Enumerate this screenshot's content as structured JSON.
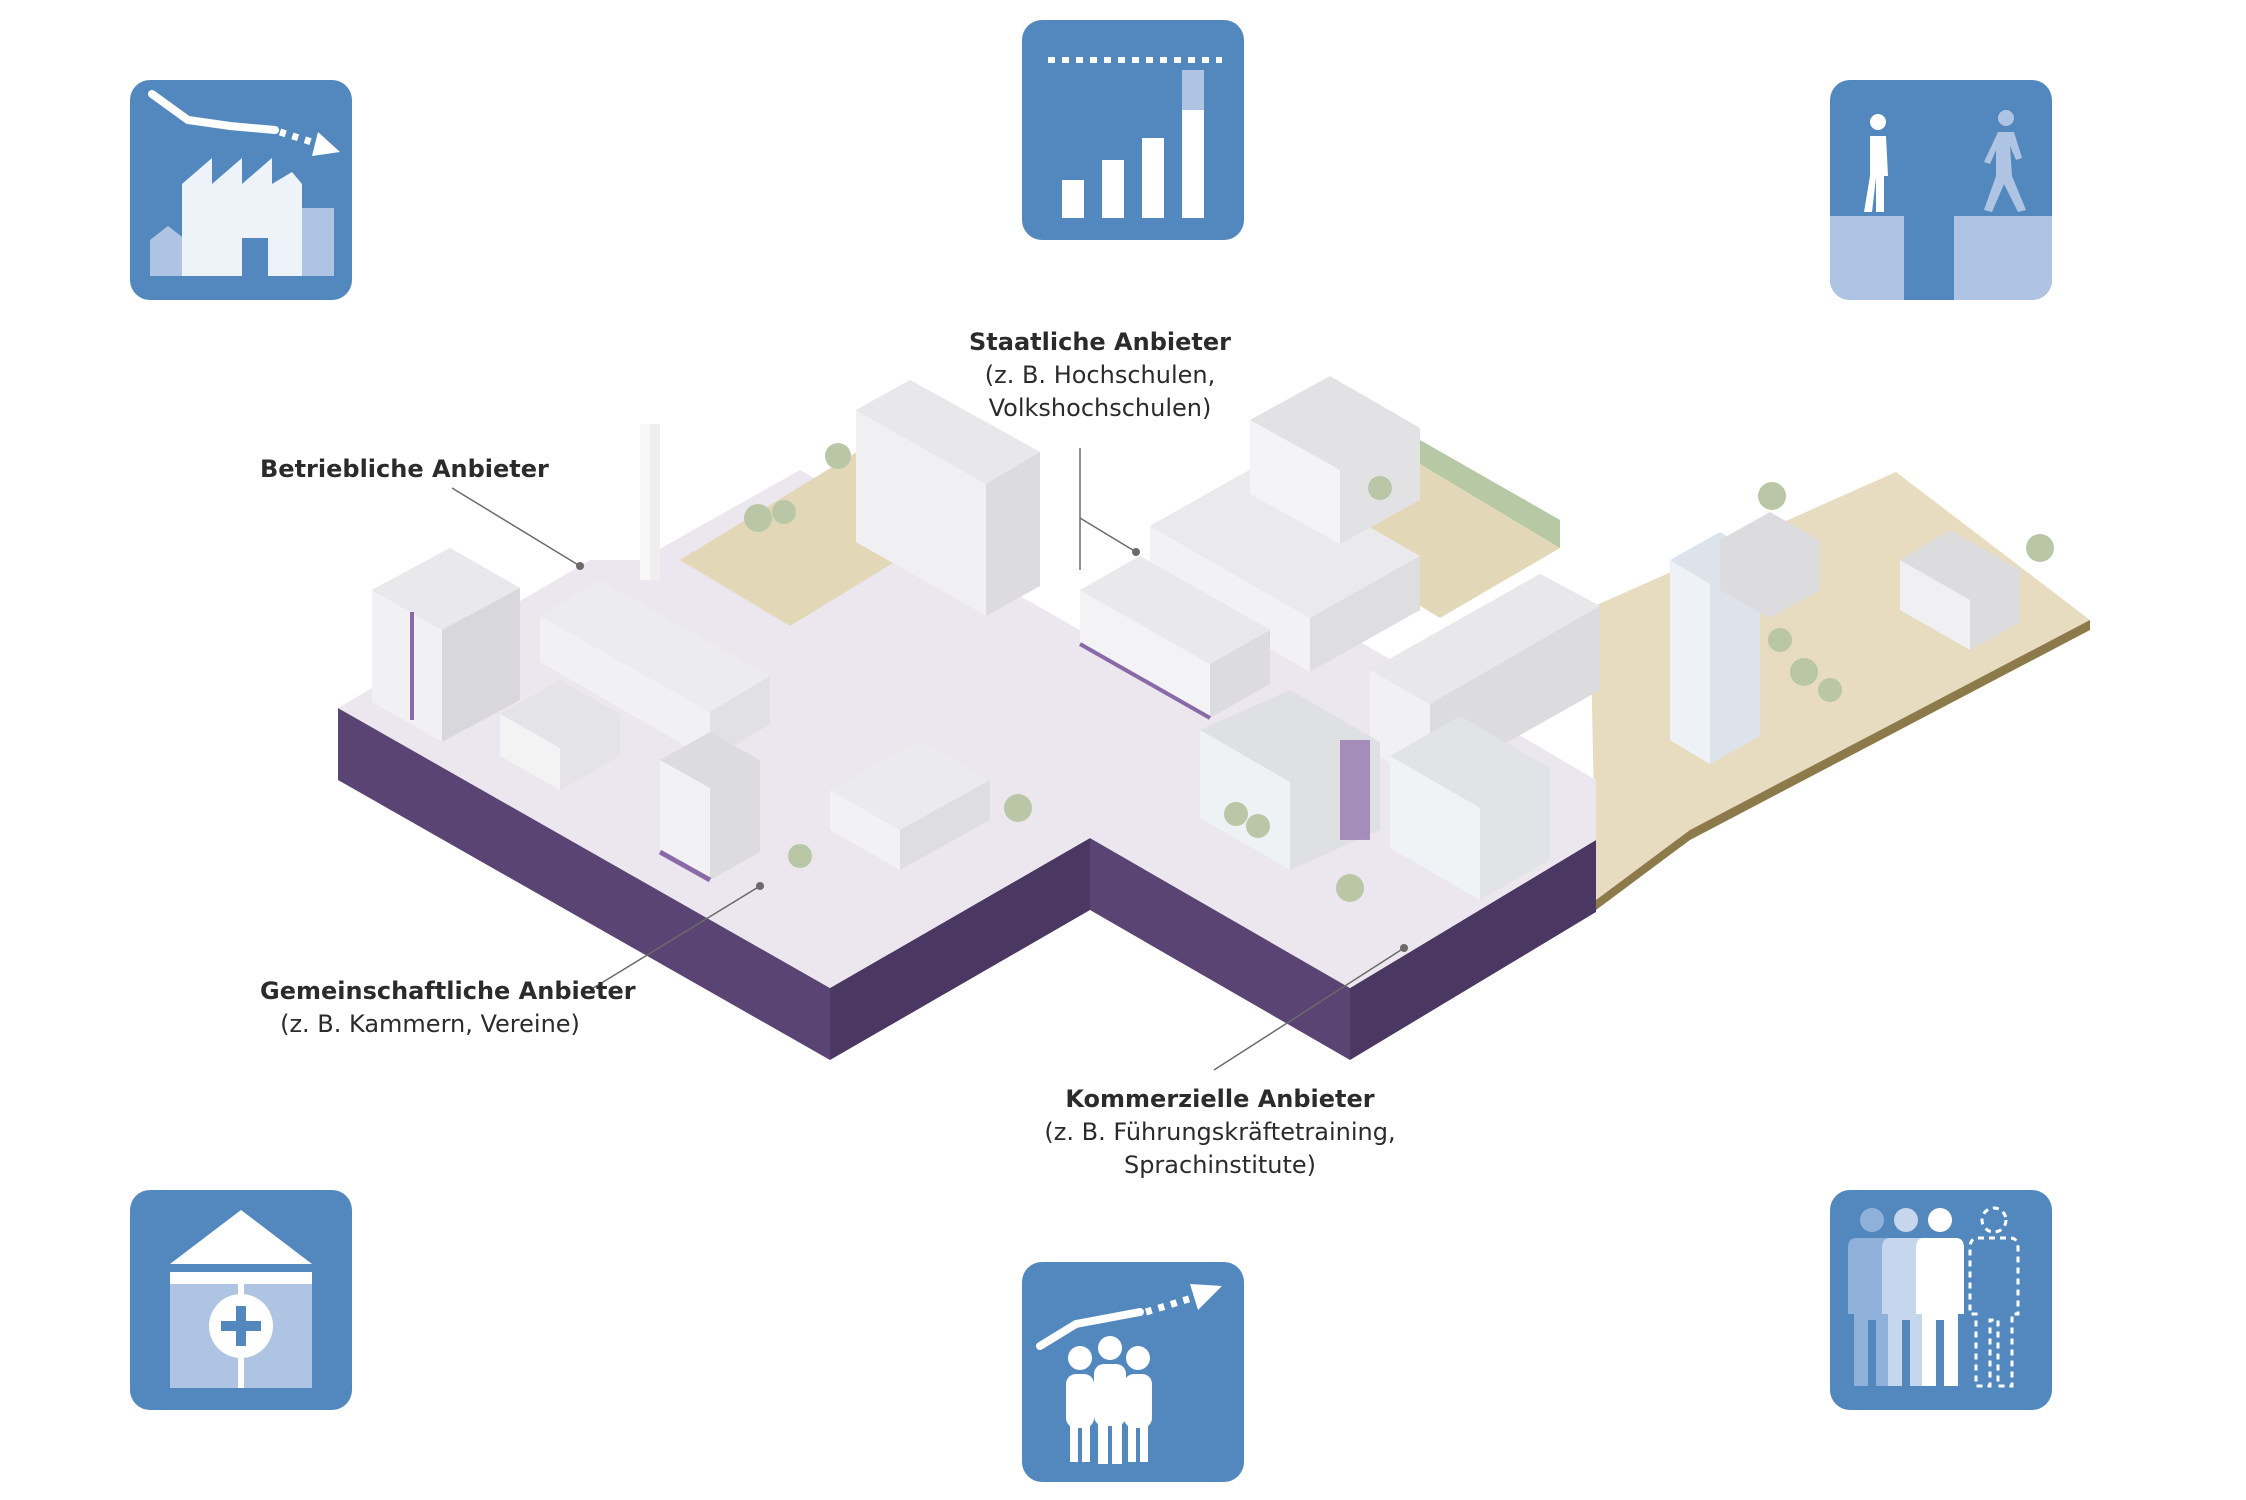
{
  "colors": {
    "icon_bg": "#5388bf",
    "icon_light": "#aec4e2",
    "icon_white": "#ffffff",
    "base_side": "#5a4473",
    "plaza": "#ece6ef",
    "sand": "#e7dcc0",
    "building": "#e3e3e5",
    "purple_accent": "#8a6aa6"
  },
  "icons": [
    {
      "name": "factory-declining-icon"
    },
    {
      "name": "bar-chart-rising-icon"
    },
    {
      "name": "people-crossing-gap-icon"
    },
    {
      "name": "health-house-icon"
    },
    {
      "name": "group-upward-trend-icon"
    },
    {
      "name": "people-group-missing-person-icon"
    }
  ],
  "labels": {
    "staatliche": {
      "title": "Staatliche Anbieter",
      "sub1": "(z. B. Hochschulen,",
      "sub2": "Volkshochschulen)"
    },
    "betriebliche": {
      "title": "Betriebliche Anbieter"
    },
    "gemeinschaftliche": {
      "title": "Gemeinschaftliche Anbieter",
      "sub1": "(z. B. Kammern, Vereine)"
    },
    "kommerzielle": {
      "title": "Kommerzielle Anbieter",
      "sub1": "(z. B. Führungskräftetraining,",
      "sub2": "Sprachinstitute)"
    }
  }
}
